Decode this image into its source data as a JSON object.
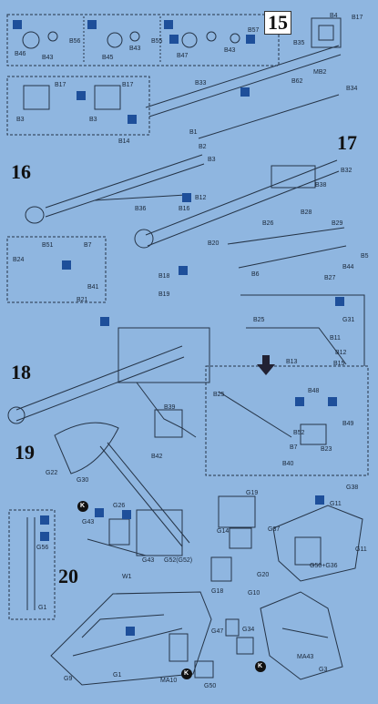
{
  "sheet": {
    "background": "#8fb6e0",
    "line_color": "#253447",
    "icon_color": "#1e4f9a"
  },
  "steps": [
    {
      "number": "15"
    },
    {
      "number": "16"
    },
    {
      "number": "17"
    },
    {
      "number": "18"
    },
    {
      "number": "19"
    },
    {
      "number": "20"
    }
  ],
  "labels": {
    "B4": "B4",
    "B17": "B17",
    "B35": "B35",
    "MB2": "MB2",
    "B33": "B33",
    "B62": "B62",
    "B34": "B34",
    "B46": "B46",
    "B43a": "B43",
    "B56": "B56",
    "B45": "B45",
    "B43b": "B43",
    "B55": "B55",
    "B47": "B47",
    "B43c": "B43",
    "B57": "B57",
    "B17b": "B17",
    "B17c": "B17",
    "B3a": "B3",
    "B3b": "B3",
    "B14": "B14",
    "B1": "B1",
    "B2": "B2",
    "B3c": "B3",
    "B12": "B12",
    "B16": "B16",
    "B36": "B36",
    "B32": "B32",
    "B38": "B38",
    "B28": "B28",
    "B26": "B26",
    "B29": "B29",
    "B20": "B20",
    "B44": "B44",
    "B5": "B5",
    "B6": "B6",
    "B27": "B27",
    "B18": "B18",
    "B19": "B19",
    "B51": "B51",
    "B7": "B7",
    "B24": "B24",
    "B41": "B41",
    "B21": "B21",
    "B25": "B25",
    "G31": "G31",
    "B11": "B11",
    "B12b": "B12",
    "B13": "B13",
    "B15": "B15",
    "B25b": "B25",
    "B48": "B48",
    "B49": "B49",
    "B52": "B52",
    "B23": "B23",
    "B7b": "B7",
    "B40": "B40",
    "B39": "B39",
    "B42": "B42",
    "G22": "G22",
    "G30": "G30",
    "G26": "G26",
    "G43a": "G43",
    "G43b": "G43",
    "G52": "G52(G52)",
    "W1": "W1",
    "G19": "G19",
    "G14": "G14",
    "G20": "G20",
    "G18": "G18",
    "G38": "G38",
    "G11a": "G11",
    "G37": "G37",
    "G11b": "G11",
    "G50G36": "G50+G36",
    "G10": "G10",
    "G47": "G47",
    "G34": "G34",
    "MA43": "MA43",
    "G3": "G3",
    "G9": "G9",
    "G1a": "G1",
    "MA10": "MA10",
    "G50": "G50",
    "G56": "G56",
    "G1b": "G1",
    "K1": "K",
    "K2": "K",
    "K3": "K"
  }
}
